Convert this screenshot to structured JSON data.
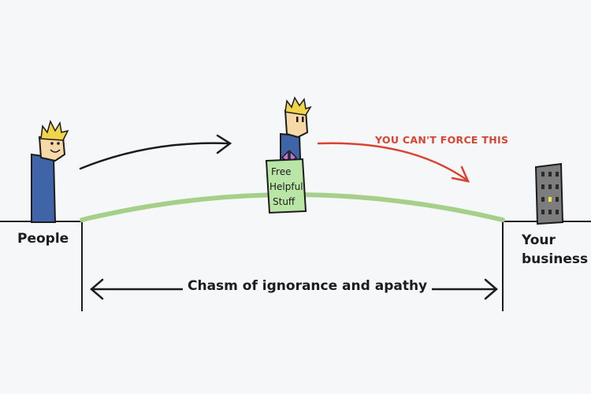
{
  "labels": {
    "people": "People",
    "business_line1": "Your",
    "business_line2": "business",
    "chasm": "Chasm of ignorance and apathy",
    "force": "YOU CAN'T FORCE THIS"
  },
  "sign": {
    "line1": "Free",
    "line2": "Helpful",
    "line3": "Stuff"
  },
  "colors": {
    "background": "#f6f7f9",
    "ink": "#1c1c1c",
    "bridge": "#a6d08a",
    "force_arrow": "#d9432f",
    "body": "#3f64a8",
    "hair": "#f0d44a",
    "face": "#f6d9a6",
    "sign": "#b9e5a6",
    "bow": "#c76fd0",
    "building": "#7d7d7d"
  },
  "icons": [
    "person-icon",
    "gift-sign-icon",
    "office-building-icon"
  ]
}
